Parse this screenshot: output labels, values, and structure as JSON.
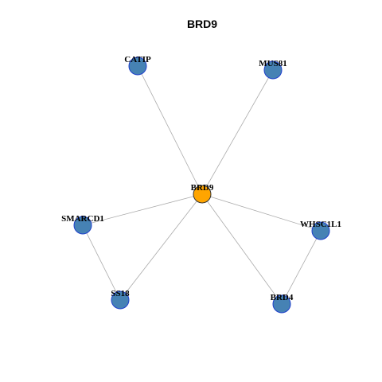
{
  "title": "BRD9",
  "colors": {
    "center_fill": "#FFA500",
    "node_fill": "#4682B4",
    "node_stroke": "#1E3FCC",
    "center_stroke": "#333333",
    "edge": "#AAAAAA"
  },
  "nodes": [
    {
      "id": "BRD9",
      "label": "BRD9",
      "center": true
    },
    {
      "id": "CATIP",
      "label": "CATIP"
    },
    {
      "id": "MUS81",
      "label": "MUS81"
    },
    {
      "id": "SMARCD1",
      "label": "SMARCD1"
    },
    {
      "id": "WHSC1L1",
      "label": "WHSC1L1"
    },
    {
      "id": "SS18",
      "label": "SS18"
    },
    {
      "id": "BRD4",
      "label": "BRD4"
    }
  ],
  "edges": [
    [
      "BRD9",
      "CATIP"
    ],
    [
      "BRD9",
      "MUS81"
    ],
    [
      "BRD9",
      "SMARCD1"
    ],
    [
      "BRD9",
      "WHSC1L1"
    ],
    [
      "BRD9",
      "SS18"
    ],
    [
      "BRD9",
      "BRD4"
    ],
    [
      "SMARCD1",
      "SS18"
    ],
    [
      "WHSC1L1",
      "BRD4"
    ]
  ]
}
